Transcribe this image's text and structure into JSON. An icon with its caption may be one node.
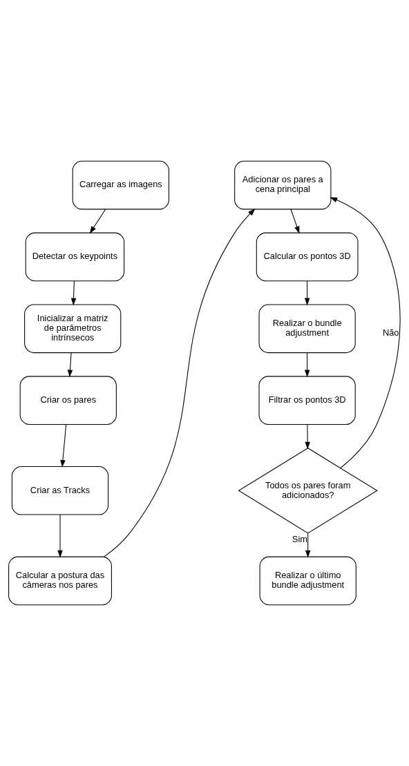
{
  "diagram": {
    "nodes": [
      {
        "text": [
          "Carregar as imagens"
        ]
      },
      {
        "text": [
          "Detectar os keypoints"
        ]
      },
      {
        "text": [
          "Inicializar a matriz de parâmetros intrínsecos"
        ]
      },
      {
        "text": [
          "Criar os pares"
        ]
      },
      {
        "text": [
          "Criar as Tracks"
        ]
      },
      {
        "text": [
          "Calcular a postura das câmeras nos pares"
        ]
      },
      {
        "text": [
          "Adicionar os pares a cena principal"
        ]
      },
      {
        "text": [
          "Calcular os pontos 3D"
        ]
      },
      {
        "text": [
          "Realizar o bundle adjustment"
        ]
      },
      {
        "text": [
          "Filtrar os pontos 3D"
        ]
      },
      {
        "text": [
          "Todos os pares foram adicionados?"
        ]
      },
      {
        "text": [
          "Realizar o último bundle adjustment"
        ]
      }
    ],
    "edges": [
      {
        "from": 0,
        "to": 1,
        "arrow": "to"
      },
      {
        "from": 1,
        "to": 2,
        "arrow": "to"
      },
      {
        "from": 2,
        "to": 3,
        "arrow": "to"
      },
      {
        "from": 3,
        "to": 4,
        "arrow": "to"
      },
      {
        "from": 4,
        "to": 5,
        "arrow": "to"
      },
      {
        "from": 5,
        "to": 6,
        "arrow": "to"
      },
      {
        "from": 6,
        "to": 7,
        "arrow": "to"
      },
      {
        "from": 7,
        "to": 8,
        "arrow": "to"
      },
      {
        "from": 8,
        "to": 9,
        "arrow": "to"
      },
      {
        "from": 9,
        "to": 10,
        "arrow": "to"
      },
      {
        "from": 10,
        "to": 6,
        "arrow": "to",
        "label": "Não"
      },
      {
        "from": 10,
        "to": 11,
        "arrow": "to",
        "label": "Sim"
      }
    ]
  }
}
